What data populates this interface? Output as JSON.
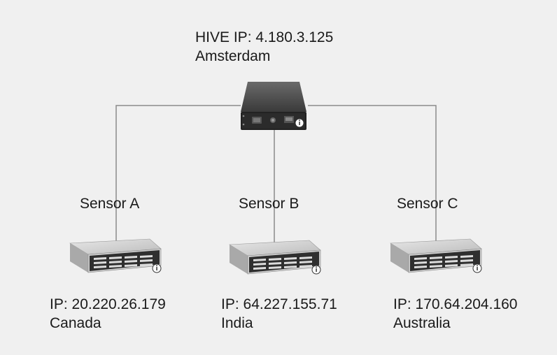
{
  "hive": {
    "ip_label": "HIVE IP: 4.180.3.125",
    "location": "Amsterdam",
    "icon": "gateway-appliance-icon"
  },
  "sensors": [
    {
      "name": "Sensor A",
      "ip_label": "IP: 20.220.26.179",
      "location": "Canada",
      "icon": "rack-server-icon"
    },
    {
      "name": "Sensor B",
      "ip_label": "IP: 64.227.155.71",
      "location": "India",
      "icon": "rack-server-icon"
    },
    {
      "name": "Sensor C",
      "ip_label": "IP: 170.64.204.160",
      "location": "Australia",
      "icon": "rack-server-icon"
    }
  ],
  "colors": {
    "background": "#f0f0f0",
    "link": "#8a8a8a",
    "device_dark": "#2e2e2e",
    "server_silver": "#c9c9c9"
  }
}
